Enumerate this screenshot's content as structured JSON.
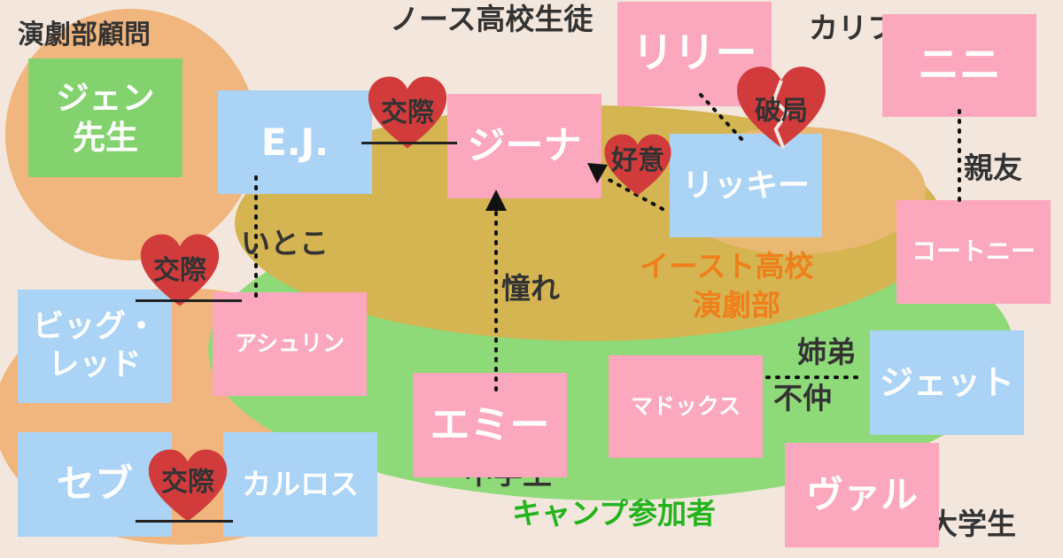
{
  "colors": {
    "background": "#f3e6dc",
    "north_area": "#f0b67e",
    "east_drama_area": "#d4b552",
    "camp_area": "#8ed978",
    "boy_box": "#aad3f6",
    "girl_box": "#fba7bd",
    "teacher_box": "#83d26e",
    "heart": "#d23b3b",
    "east_label": "#ef7f1a",
    "camp_label": "#22b41c"
  },
  "groups": {
    "north_high": "ノース高校生徒",
    "drama_advisor": "演劇部顧問",
    "california": "カリフォルニア",
    "east_high_line1": "イースト高校",
    "east_high_line2": "演劇部",
    "camp": "キャンプ参加者",
    "middle_school": "中学生",
    "university": "大学生"
  },
  "people": {
    "jen_line1": "ジェン",
    "jen_line2": "先生",
    "ej": "E.J.",
    "gina": "ジーナ",
    "lily": "リリー",
    "nini": "ニニ",
    "ricky": "リッキー",
    "courtney": "コートニー",
    "big_red_line1": "ビッグ・",
    "big_red_line2": "レッド",
    "ashlyn": "アシュリン",
    "amy": "エミー",
    "maddox": "マドックス",
    "jet": "ジェット",
    "seb": "セブ",
    "carlos": "カルロス",
    "val": "ヴァル"
  },
  "relations": {
    "dating_ej_gina": "交際",
    "dating_bigred_ashlyn": "交際",
    "dating_seb_carlos": "交際",
    "breakup": "破局",
    "crush": "好意",
    "best_friends": "親友",
    "cousins": "いとこ",
    "admiration": "憧れ",
    "siblings": "姉弟",
    "not_getting_along": "不仲"
  }
}
